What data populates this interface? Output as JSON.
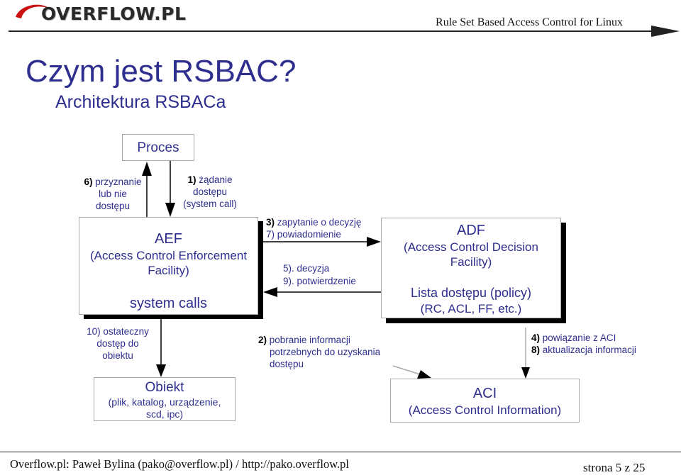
{
  "header": {
    "logo_text": "OVERFLOW.PL",
    "title": "Rule Set Based Access Control for Linux"
  },
  "slide": {
    "title": "Czym jest RSBAC?",
    "subtitle": "Architektura RSBACa"
  },
  "diagram": {
    "proces": "Proces",
    "aef": {
      "name": "AEF",
      "desc_line1": "(Access Control Enforcement",
      "desc_line2": "Facility)",
      "system_calls": "system calls"
    },
    "adf": {
      "name": "ADF",
      "desc_line1": "(Access Control Decision",
      "desc_line2": "Facility)",
      "policy": "Lista dostępu (policy)",
      "policy_list": "(RC, ACL, FF, etc.)"
    },
    "obiekt": {
      "name": "Obiekt",
      "desc_line1": "(plik, katalog, urządzenie,",
      "desc_line2": "scd, ipc)"
    },
    "aci": {
      "name": "ACI",
      "desc": "(Access Control Information)"
    },
    "labels": {
      "s6": {
        "num": "6)",
        "line1": "przyznanie",
        "line2": "lub nie",
        "line3": "dostępu"
      },
      "s1": {
        "num": "1)",
        "line1": "żądanie",
        "line2": "dostępu",
        "line3": "(system call)"
      },
      "s3": {
        "num": "3)",
        "text": "zapytanie o decyzję"
      },
      "s7": {
        "num": "7)",
        "text": "powiadomienie"
      },
      "s5": {
        "num": "5).",
        "text": "decyzja"
      },
      "s9": {
        "num": "9).",
        "text": "potwierdzenie"
      },
      "s10": {
        "num": "10)",
        "line1": "ostateczny",
        "line2": "dostęp do",
        "line3": "obiektu"
      },
      "s2": {
        "num": "2)",
        "line1": "pobranie informacji",
        "line2": "potrzebnych do uzyskania",
        "line3": "dostępu"
      },
      "s4": {
        "num": "4)",
        "text": "powiązanie z ACI"
      },
      "s8": {
        "num": "8)",
        "text": "aktualizacja informacji"
      }
    }
  },
  "footer": {
    "left": "Overflow.pl: Paweł Bylina (pako@overflow.pl) / http://pako.overflow.pl",
    "right": "strona 5 z 25"
  }
}
